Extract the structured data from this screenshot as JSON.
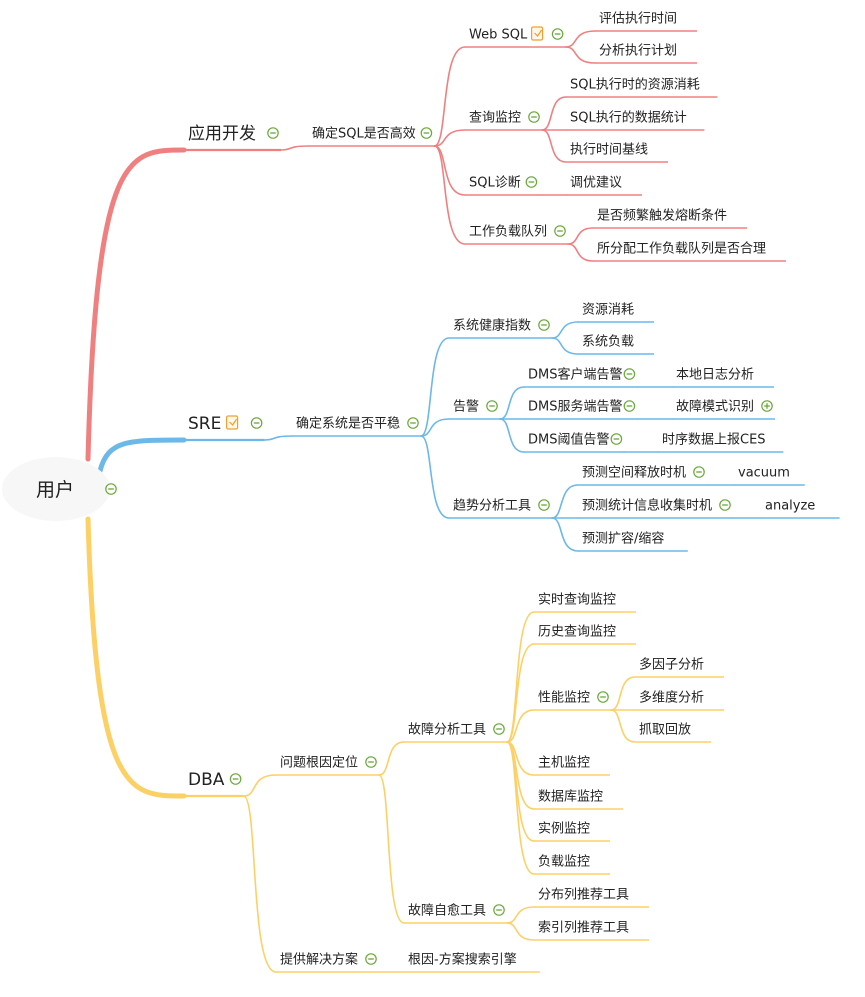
{
  "root": {
    "label": "用户"
  },
  "colors": {
    "pink": "#f08080",
    "blue": "#6cb8e8",
    "yellow": "#fdd066",
    "toggle_green": "#69a83a",
    "text": "#222222",
    "note_orange": "#f0a030",
    "root_bg": "#f7f7f7"
  },
  "icons": {
    "collapse": "minus-circle-icon",
    "expand": "plus-circle-icon",
    "note": "note-icon"
  },
  "branches": [
    {
      "label": "应用开发",
      "color": "pink",
      "children": [
        {
          "label": "确定SQL是否高效",
          "children": [
            {
              "label": "Web SQL",
              "note": true,
              "children": [
                {
                  "label": "评估执行时间"
                },
                {
                  "label": "分析执行计划"
                }
              ]
            },
            {
              "label": "查询监控",
              "children": [
                {
                  "label": "SQL执行时的资源消耗"
                },
                {
                  "label": "SQL执行的数据统计"
                },
                {
                  "label": "执行时间基线"
                }
              ]
            },
            {
              "label": "SQL诊断",
              "children": [
                {
                  "label": "调优建议"
                }
              ]
            },
            {
              "label": "工作负载队列",
              "children": [
                {
                  "label": "是否频繁触发熔断条件"
                },
                {
                  "label": "所分配工作负载队列是否合理"
                }
              ]
            }
          ]
        }
      ]
    },
    {
      "label": "SRE",
      "color": "blue",
      "note": true,
      "children": [
        {
          "label": "确定系统是否平稳",
          "children": [
            {
              "label": "系统健康指数",
              "children": [
                {
                  "label": "资源消耗"
                },
                {
                  "label": "系统负载"
                }
              ]
            },
            {
              "label": "告警",
              "children": [
                {
                  "label": "DMS客户端告警",
                  "children": [
                    {
                      "label": "本地日志分析"
                    }
                  ]
                },
                {
                  "label": "DMS服务端告警",
                  "children": [
                    {
                      "label": "故障模式识别",
                      "collapsed": true
                    }
                  ]
                },
                {
                  "label": "DMS阈值告警",
                  "children": [
                    {
                      "label": "时序数据上报CES"
                    }
                  ]
                }
              ]
            },
            {
              "label": "趋势分析工具",
              "children": [
                {
                  "label": "预测空间释放时机",
                  "children": [
                    {
                      "label": "vacuum"
                    }
                  ]
                },
                {
                  "label": "预测统计信息收集时机",
                  "children": [
                    {
                      "label": "analyze"
                    }
                  ]
                },
                {
                  "label": "预测扩容/缩容"
                }
              ]
            }
          ]
        }
      ]
    },
    {
      "label": "DBA",
      "color": "yellow",
      "children": [
        {
          "label": "问题根因定位",
          "children": [
            {
              "label": "故障分析工具",
              "children": [
                {
                  "label": "实时查询监控"
                },
                {
                  "label": "历史查询监控"
                },
                {
                  "label": "性能监控",
                  "children": [
                    {
                      "label": "多因子分析"
                    },
                    {
                      "label": "多维度分析"
                    },
                    {
                      "label": "抓取回放"
                    }
                  ]
                },
                {
                  "label": "主机监控"
                },
                {
                  "label": "数据库监控"
                },
                {
                  "label": "实例监控"
                },
                {
                  "label": "负载监控"
                }
              ]
            },
            {
              "label": "故障自愈工具",
              "children": [
                {
                  "label": "分布列推荐工具"
                },
                {
                  "label": "索引列推荐工具"
                }
              ]
            }
          ]
        },
        {
          "label": "提供解决方案",
          "children": [
            {
              "label": "根因-方案搜索引擎"
            }
          ]
        }
      ]
    }
  ]
}
